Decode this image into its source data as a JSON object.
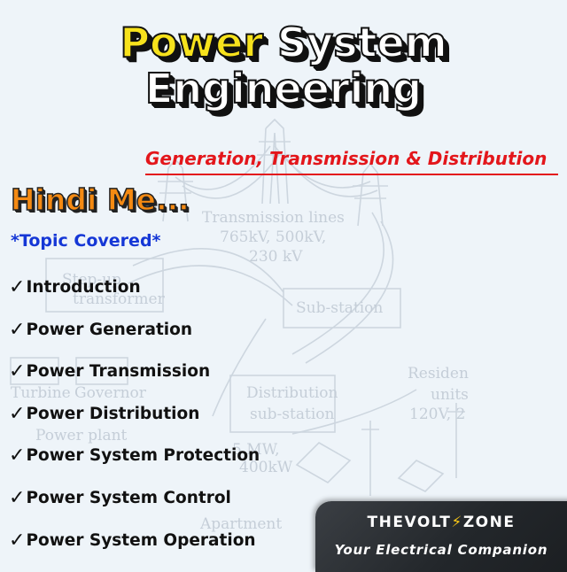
{
  "title": {
    "line1_highlight": "Power",
    "line1_rest": " System",
    "line2": "Engineering"
  },
  "subtitle": "Generation, Transmission & Distribution",
  "hindi_label": "Hindi Me...",
  "topic_heading": "*Topic Covered*",
  "check_glyph": "✓",
  "topics": [
    "Introduction",
    "Power Generation",
    "Power Transmission",
    "Power Distribution",
    "Power System Protection",
    "Power System Control",
    "Power System Operation"
  ],
  "background_labels": {
    "transmission_lines": "Transmission lines",
    "voltages_1": "765kV, 500kV,",
    "voltages_2": "230 kV",
    "step_up_1": "Step-up",
    "step_up_2": "transformer",
    "substation": "Sub-station",
    "turbine": "Turbine",
    "governor": "Governor",
    "power_plant": "Power plant",
    "distribution_1": "Distribution",
    "distribution_2": "sub-station",
    "residential_1": "Residen",
    "residential_2": "units",
    "residential_3": "120V, 2",
    "mw_1": "5 MW,",
    "mw_2": "400kW",
    "apartment": "Apartment"
  },
  "brand": {
    "name_part1": "THEVOLT",
    "bolt": "⚡",
    "name_part2": "ZONE",
    "tagline": "Your Electrical Companion"
  },
  "colors": {
    "title_white": "#ffffff",
    "title_yellow": "#f7e21c",
    "subtitle_red": "#e3161b",
    "hindi_orange": "#f58a12",
    "topic_blue": "#1537d6",
    "brand_bg": "#2b2f33"
  }
}
